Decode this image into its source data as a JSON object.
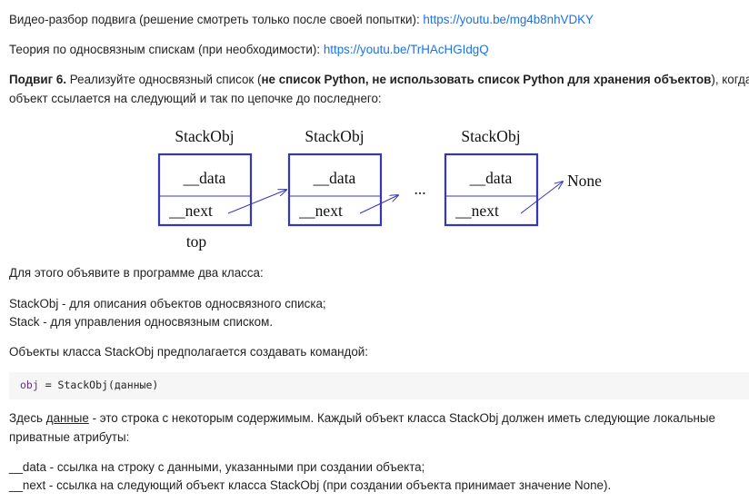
{
  "video": {
    "label": "Видео-разбор подвига (решение смотреть только после своей попытки): ",
    "url": "https://youtu.be/mg4b8nhVDKY"
  },
  "theory": {
    "label": "Теория по односвязным спискам (при необходимости): ",
    "url": "https://youtu.be/TrHAcHGIdgQ"
  },
  "task": {
    "title": "Подвиг 6.",
    "text_before": " Реализуйте односвязный список (",
    "bold_text": "не список Python, не использовать список Python для хранения объектов",
    "text_after": "), когда один",
    "line2": "объект ссылается на следующий и так по цепочке до последнего:"
  },
  "diagram": {
    "node_labels": [
      "StackObj",
      "StackObj",
      "StackObj"
    ],
    "field_data": "__data",
    "field_next": "__next",
    "ellipsis": "...",
    "none_label": "None",
    "top_label": "top",
    "box_color": "#3538b5",
    "arrow_color": "#3538b5"
  },
  "classes_intro": "Для этого объявите в программе два класса:",
  "class_stackobj": "StackObj - для описания объектов односвязного списка;",
  "class_stack": "Stack - для управления односвязным списком.",
  "create_intro": "Объекты класса StackObj предполагается создавать командой:",
  "code": {
    "var": "obj",
    "rest": " = StackObj(данные)"
  },
  "data_desc": {
    "before": "Здесь ",
    "underlined": "данные",
    "after": " - это строка с некоторым содержимым. Каждый объект класса StackObj должен иметь следующие локальные",
    "line2": "приватные атрибуты:"
  },
  "attr_data": "__data - ссылка на строку с данными, указанными при создании объекта;",
  "attr_next": "__next - ссылка на следующий объект класса StackObj (при создании объекта принимает значение None)."
}
